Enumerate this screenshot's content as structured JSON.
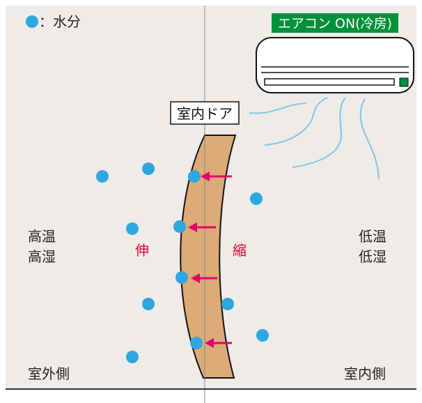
{
  "legend": {
    "label": "：水分"
  },
  "aircon": {
    "label": "エアコン ON(冷房)"
  },
  "door": {
    "label": "室内ドア"
  },
  "left": {
    "line1": "高温",
    "line2": "高湿",
    "action": "伸",
    "side": "室外側"
  },
  "right": {
    "line1": "低温",
    "line2": "低湿",
    "action": "縮",
    "side": "室内側"
  },
  "colors": {
    "background": "#efebe8",
    "moisture": "#2ea7e0",
    "door": "#dcab77",
    "arrow": "#e5006e",
    "action_text": "#e60033",
    "aircon_label_bg": "#00913a",
    "airflow": "#7fc5ea",
    "panel": "#00913a"
  }
}
